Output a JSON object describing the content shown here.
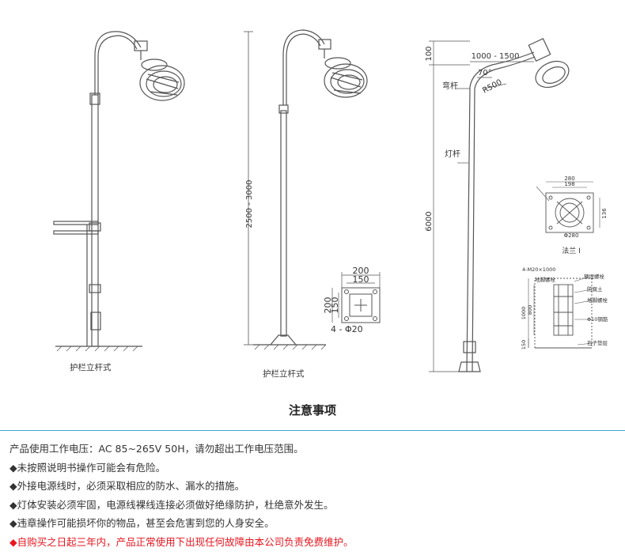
{
  "diagram": {
    "left_caption": "护栏立杆式",
    "middle_caption": "护栏立杆式",
    "mid_height_dim": "2500 - 3000",
    "plate_top_dim_outer": "200",
    "plate_top_dim_inner": "150",
    "plate_side_dim_outer": "200",
    "plate_side_dim_inner": "150",
    "plate_holes": "4 - Φ20",
    "right_reach_dim": "1000 - 1500",
    "right_top_dim": "100",
    "right_angle": "70°",
    "right_radius": "R500",
    "right_bend_label": "弯杆",
    "right_pole_label": "灯杆",
    "right_height_dim": "6000",
    "flange_caption": "法兰 I",
    "flange_dim_280": "280",
    "flange_dim_198": "198",
    "flange_dim_side": "136",
    "flange_dim_phi": "Φ280",
    "found_dim_top": "4-M20×1000",
    "found_dim_1000": "1000",
    "found_dim_800": "800",
    "found_dim_150": "150",
    "found_label_1": "预埋螺栓",
    "found_label_2": "防腐土",
    "found_label_3": "地脚螺栓",
    "found_label_4": "Φ10钢筋",
    "found_label_5": "石子垫层",
    "found_label_left": "地脚螺栓"
  },
  "notice": {
    "title": "注意事项",
    "lines": [
      "产品使用工作电压：AC 85~265V 50H，请勿超出工作电压范围。",
      "◆未按照说明书操作可能会有危险。",
      "◆外接电源线时，必须采取相应的防水、漏水的措施。",
      "◆灯体安装必须牢固，电源线裸线连接必须做好绝缘防护，杜绝意外发生。",
      "◆违章操作可能损坏你的物品，甚至会危害到您的人身安全。",
      "◆自购买之日起三年内，产品正常使用下出现任何故障由本公司负责免费维护。"
    ]
  },
  "colors": {
    "divider": "#3da3d1",
    "warning_text": "#e8161f",
    "line_art": "#555555"
  }
}
